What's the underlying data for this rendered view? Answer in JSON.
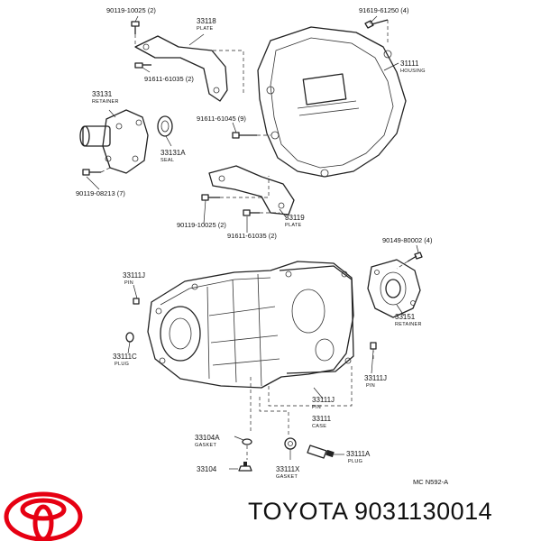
{
  "diagram": {
    "labels": {
      "p1": {
        "num": "90119-10025 (2)"
      },
      "p2": {
        "num": "33118",
        "sub": "PLATE"
      },
      "p3": {
        "num": "91619-61250 (4)"
      },
      "p4": {
        "num": "91611-61035 (2)"
      },
      "p5": {
        "num": "33131",
        "sub": "RETAINER"
      },
      "p6": {
        "num": "31111",
        "sub": "HOUSING"
      },
      "p7": {
        "num": "91611-61045 (9)"
      },
      "p8": {
        "num": "33131A",
        "sub": "SEAL"
      },
      "p9": {
        "num": "90119-08213 (7)"
      },
      "p10": {
        "num": "33119",
        "sub": "PLATE"
      },
      "p11": {
        "num": "90119-10025 (2)"
      },
      "p12": {
        "num": "91611-61035 (2)"
      },
      "p13": {
        "num": "90149-80002 (4)"
      },
      "p14": {
        "num": "33111J",
        "sub": "PIN"
      },
      "p15": {
        "num": "33151",
        "sub": "RETAINER"
      },
      "p16": {
        "num": "33111C",
        "sub": "PLUG"
      },
      "p17": {
        "num": "33111J",
        "sub": "PIN"
      },
      "p18": {
        "num": "33111J",
        "sub": "PIN"
      },
      "p19": {
        "num": "33111",
        "sub": "CASE"
      },
      "p20": {
        "num": "33104A",
        "sub": "GASKET"
      },
      "p21": {
        "num": "33111A",
        "sub": "PLUG"
      },
      "p22": {
        "num": "33104"
      },
      "p23": {
        "num": "33111X",
        "sub": "GASKET"
      }
    },
    "ref_code": "MC N592-A"
  },
  "footer": {
    "brand": "TOYOTA",
    "part_number": "9031130014",
    "caption": "TOYOTA 9031130014",
    "logo_color": "#e60012"
  }
}
